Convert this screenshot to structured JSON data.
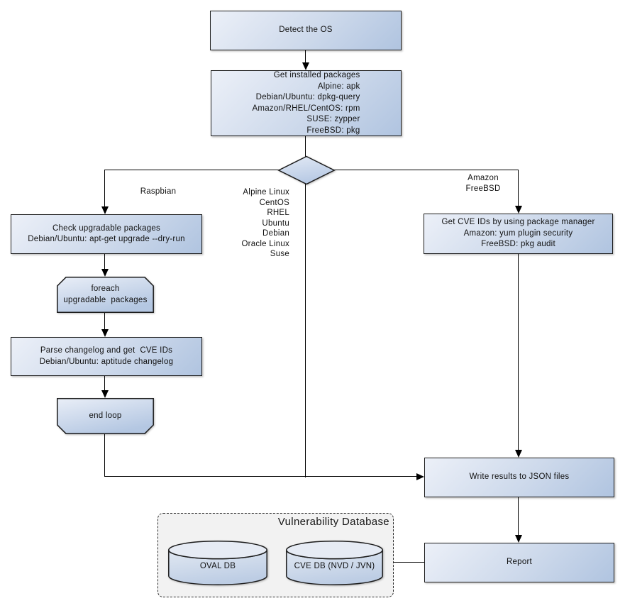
{
  "nodes": {
    "detect_os": {
      "label": "Detect the OS"
    },
    "get_installed_packages": {
      "label": "Get installed packages\nAlpine: apk\nDebian/Ubuntu: dpkg-query\nAmazon/RHEL/CentOS: rpm\nSUSE: zypper\nFreeBSD: pkg"
    },
    "check_upgradable": {
      "label": "Check upgradable packages\nDebian/Ubuntu: apt-get upgrade --dry-run"
    },
    "foreach_loop_start": {
      "label": "foreach\nupgradable  packages"
    },
    "parse_changelog": {
      "label": "Parse changelog and get  CVE IDs\nDebian/Ubuntu: aptitude changelog"
    },
    "end_loop": {
      "label": "end loop"
    },
    "get_cve_by_pkg_manager": {
      "label": "Get CVE IDs by using package manager\nAmazon: yum plugin security\nFreeBSD: pkg audit"
    },
    "write_json": {
      "label": "Write results to JSON files"
    },
    "report": {
      "label": "Report"
    }
  },
  "edge_labels": {
    "raspbian": "Raspbian",
    "os_list": "Alpine Linux\nCentOS\nRHEL\nUbuntu\nDebian\nOracle Linux\nSuse",
    "amazon_freebsd": "Amazon\nFreeBSD"
  },
  "database": {
    "title": "Vulnerability Database",
    "oval_db": "OVAL DB",
    "cve_db": "CVE DB (NVD / JVN)"
  },
  "colors": {
    "node_fill_light": "#ecf0f8",
    "node_fill_dark": "#b0c4e0",
    "node_border": "#1d1d1d",
    "connector": "#000000",
    "db_container_bg": "#f2f2f2",
    "background": "#ffffff"
  }
}
